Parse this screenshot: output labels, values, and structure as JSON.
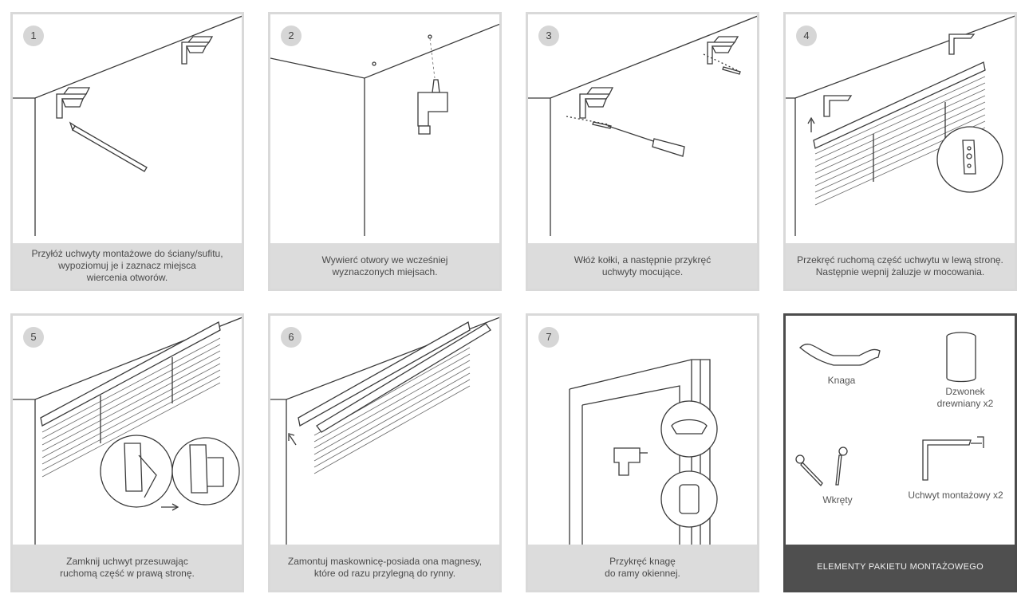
{
  "steps": [
    {
      "number": "1",
      "caption": [
        "Przyłóż uchwyty montażowe do ściany/sufitu,",
        "wypoziomuj je i zaznacz miejsca",
        "wiercenia otworów."
      ]
    },
    {
      "number": "2",
      "caption": [
        "Wywierć otwory we wcześniej",
        "wyznaczonych miejsach."
      ]
    },
    {
      "number": "3",
      "caption": [
        "Włóż kołki, a następnie przykręć",
        "uchwyty mocujące."
      ]
    },
    {
      "number": "4",
      "caption": [
        "Przekręć ruchomą część uchwytu w lewą stronę.",
        "Następnie wepnij żaluzje w mocowania."
      ]
    },
    {
      "number": "5",
      "caption": [
        "Zamknij uchwyt przesuwając",
        "ruchomą część w prawą stronę."
      ]
    },
    {
      "number": "6",
      "caption": [
        "Zamontuj maskownicę-posiada ona magnesy,",
        "które od razu przylegną do rynny."
      ]
    },
    {
      "number": "7",
      "caption": [
        "Przykręć knagę",
        "do ramy okiennej."
      ]
    }
  ],
  "package": {
    "title": "ELEMENTY PAKIETU MONTAŻOWEGO",
    "items": {
      "knaga": "Knaga",
      "dzwonek": [
        "Dzwonek",
        "drewniany x2"
      ],
      "wkrety": "Wkręty",
      "uchwyt": "Uchwyt montażowy x2"
    }
  },
  "icons": [
    "mounting-bracket-icon",
    "pencil-icon",
    "drill-icon",
    "screwdriver-icon",
    "screw-icon",
    "blind-icon",
    "cleat-icon",
    "wooden-bell-icon",
    "arrow-icon"
  ]
}
